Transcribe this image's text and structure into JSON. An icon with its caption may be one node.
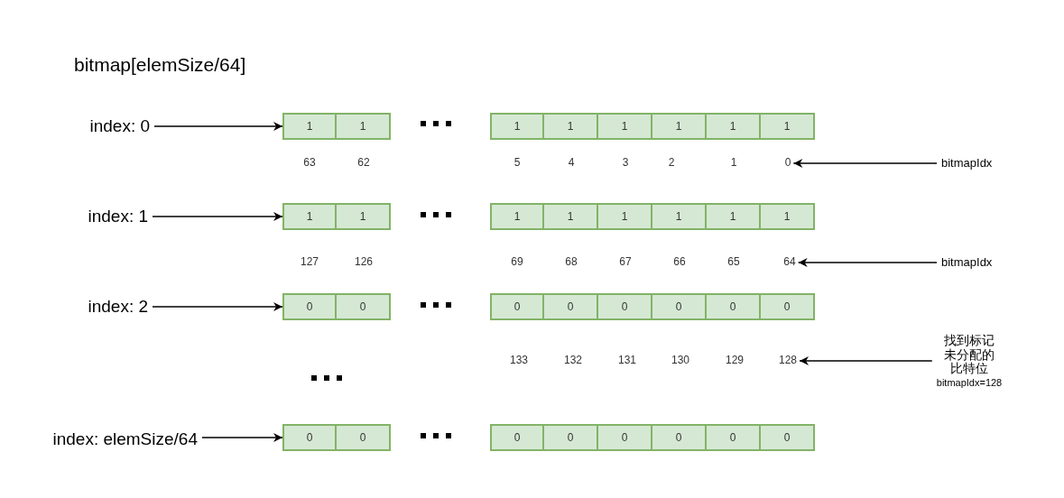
{
  "diagram": {
    "title": "bitmap[elemSize/64]",
    "nodes": [
      {
        "text": [
          "index: 0"
        ]
      },
      {
        "text": [
          "1"
        ]
      },
      {
        "text": [
          "1"
        ]
      },
      {
        "text": [
          "1"
        ]
      },
      {
        "text": [
          "1"
        ]
      },
      {
        "text": [
          "1"
        ]
      },
      {
        "text": [
          "1"
        ]
      },
      {
        "text": [
          "1"
        ]
      },
      {
        "text": [
          "1"
        ]
      },
      {
        "text": [
          "0"
        ]
      },
      {
        "text": [
          "bitmapIdx"
        ]
      },
      {
        "text": [
          "index: 1"
        ]
      },
      {
        "text": [
          "1"
        ]
      },
      {
        "text": [
          "1"
        ]
      },
      {
        "text": [
          "1"
        ]
      },
      {
        "text": [
          "1"
        ]
      },
      {
        "text": [
          "1"
        ]
      },
      {
        "text": [
          "1"
        ]
      },
      {
        "text": [
          "1"
        ]
      },
      {
        "text": [
          "1"
        ]
      },
      {
        "text": [
          "64"
        ]
      },
      {
        "text": [
          "bitmapIdx"
        ]
      },
      {
        "text": [
          "index: 2"
        ]
      },
      {
        "text": [
          "0"
        ]
      },
      {
        "text": [
          "0"
        ]
      },
      {
        "text": [
          "0"
        ]
      },
      {
        "text": [
          "0"
        ]
      },
      {
        "text": [
          "0"
        ]
      },
      {
        "text": [
          "0"
        ]
      },
      {
        "text": [
          "0"
        ]
      },
      {
        "text": [
          "0"
        ]
      },
      {
        "text": [
          "128"
        ]
      },
      {
        "text": [
          "找到标记未分配的比特位",
          "bitmapIdx=128"
        ]
      },
      {
        "text": [
          "index: elemSize/64"
        ]
      },
      {
        "text": [
          "0"
        ]
      },
      {
        "text": [
          "0"
        ]
      },
      {
        "text": [
          "0"
        ]
      },
      {
        "text": [
          "0"
        ]
      },
      {
        "text": [
          "0"
        ]
      },
      {
        "text": [
          "0"
        ]
      },
      {
        "text": [
          "0"
        ]
      },
      {
        "text": [
          "0"
        ]
      }
    ],
    "edges": [
      {
        "from": 0,
        "to": 1,
        "arrow": "to"
      },
      {
        "from": 10,
        "to": 9,
        "arrow": "to"
      },
      {
        "from": 11,
        "to": 12,
        "arrow": "to"
      },
      {
        "from": 21,
        "to": 20,
        "arrow": "to"
      },
      {
        "from": 22,
        "to": 23,
        "arrow": "to"
      },
      {
        "from": 32,
        "to": 31,
        "arrow": "to"
      },
      {
        "from": 33,
        "to": 34,
        "arrow": "to"
      }
    ],
    "labels": [
      "63",
      "62",
      "5",
      "4",
      "3",
      "2",
      "1",
      "127",
      "126",
      "69",
      "68",
      "67",
      "66",
      "65",
      "133",
      "132",
      "131",
      "130",
      "129"
    ]
  }
}
